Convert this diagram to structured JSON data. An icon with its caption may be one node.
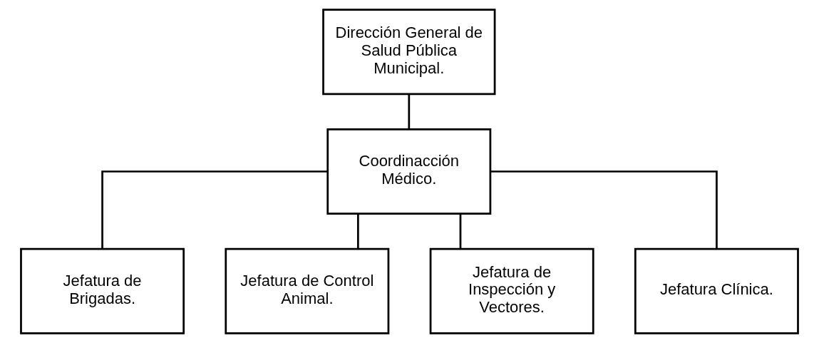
{
  "diagram": {
    "nodes": [
      {
        "text": [
          "Dirección General de Salud Pública Municipal."
        ]
      },
      {
        "text": [
          "Coordinacción Médico."
        ]
      },
      {
        "text": [
          "Jefatura de Brigadas."
        ]
      },
      {
        "text": [
          "Jefatura de Control Animal."
        ]
      },
      {
        "text": [
          "Jefatura de Inspección y Vectores."
        ]
      },
      {
        "text": [
          "Jefatura Clínica."
        ]
      }
    ],
    "edges": [
      {
        "from": 0,
        "to": 1,
        "arrow": "none"
      },
      {
        "from": 1,
        "to": 2,
        "arrow": "none"
      },
      {
        "from": 1,
        "to": 3,
        "arrow": "none"
      },
      {
        "from": 1,
        "to": 4,
        "arrow": "none"
      },
      {
        "from": 1,
        "to": 5,
        "arrow": "none"
      }
    ]
  }
}
